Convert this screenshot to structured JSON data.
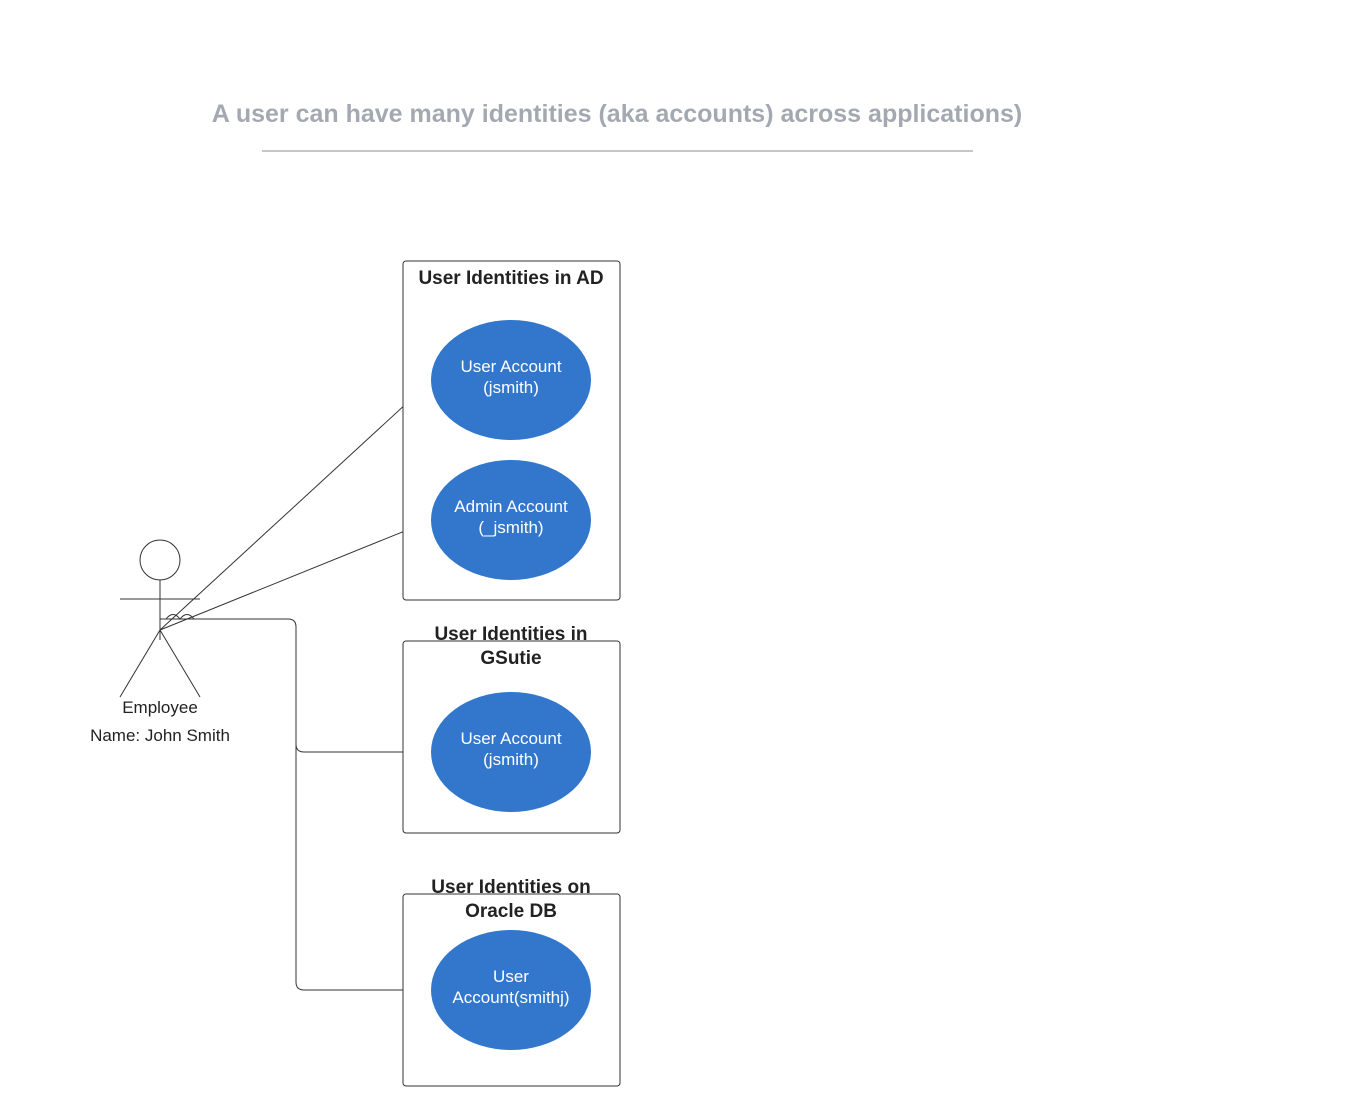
{
  "title": "A user can have many identities (aka accounts) across applications)",
  "colors": {
    "title": "#a4a9b1",
    "title_rule": "#b0b4ba",
    "oval_fill": "#3277cc",
    "line": "#333333",
    "oval_text": "#ffffff"
  },
  "actor": {
    "role": "Employee",
    "name": "Name: John Smith",
    "icon": "stick-figure-icon"
  },
  "systems": [
    {
      "title_lines": [
        "User Identities in AD"
      ],
      "accounts": [
        {
          "lines": [
            "User Account",
            "(jsmith)"
          ]
        },
        {
          "lines": [
            "Admin Account",
            "(_jsmith)"
          ]
        }
      ]
    },
    {
      "title_lines": [
        "User Identities  in",
        "GSutie"
      ],
      "accounts": [
        {
          "lines": [
            "User Account",
            "(jsmith)"
          ]
        }
      ]
    },
    {
      "title_lines": [
        "User Identities  on",
        "Oracle DB"
      ],
      "accounts": [
        {
          "lines": [
            "User",
            "Account(smithj)"
          ]
        }
      ]
    }
  ]
}
